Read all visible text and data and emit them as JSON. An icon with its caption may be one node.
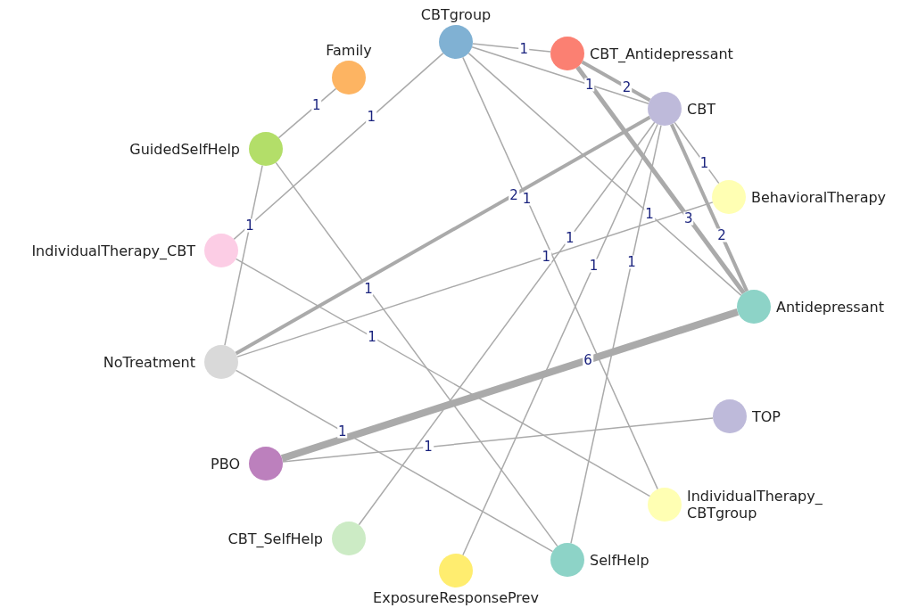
{
  "diagram": {
    "nodes": [
      {
        "text": [],
        "shape": "circle",
        "beside": [
          "CBTgroup"
        ]
      },
      {
        "text": [],
        "shape": "circle",
        "beside": [
          "CBT_Antidepressant"
        ]
      },
      {
        "text": [],
        "shape": "circle",
        "beside": [
          "Family"
        ]
      },
      {
        "text": [],
        "shape": "circle",
        "beside": [
          "CBT"
        ]
      },
      {
        "text": [],
        "shape": "circle",
        "beside": [
          "GuidedSelfHelp"
        ]
      },
      {
        "text": [],
        "shape": "circle",
        "beside": [
          "BehavioralTherapy"
        ]
      },
      {
        "text": [],
        "shape": "circle",
        "beside": [
          "IndividualTherapy_CBT"
        ]
      },
      {
        "text": [],
        "shape": "circle",
        "beside": [
          "Antidepressant"
        ]
      },
      {
        "text": [],
        "shape": "circle",
        "beside": [
          "NoTreatment"
        ]
      },
      {
        "text": [],
        "shape": "circle",
        "beside": [
          "TOP"
        ]
      },
      {
        "text": [],
        "shape": "circle",
        "beside": [
          "PBO"
        ]
      },
      {
        "text": [],
        "shape": "circle",
        "beside": [
          "IndividualTherapy_ CBTgroup"
        ]
      },
      {
        "text": [],
        "shape": "circle",
        "beside": [
          "CBT_SelfHelp"
        ]
      },
      {
        "text": [],
        "shape": "circle",
        "beside": [
          "SelfHelp"
        ]
      },
      {
        "text": [],
        "shape": "circle",
        "beside": [
          "ExposureResponsePrev"
        ]
      }
    ],
    "edges": [
      {
        "from": 0,
        "to": 1,
        "arrow": "none",
        "label": "1"
      },
      {
        "from": 0,
        "to": 3,
        "arrow": "none",
        "label": "1"
      },
      {
        "from": 0,
        "to": 7,
        "arrow": "none",
        "label": "1"
      },
      {
        "from": 0,
        "to": 11,
        "arrow": "none",
        "label": "1"
      },
      {
        "from": 0,
        "to": 6,
        "arrow": "none",
        "label": "1"
      },
      {
        "from": 1,
        "to": 3,
        "arrow": "none",
        "label": "2",
        "style": "thick"
      },
      {
        "from": 1,
        "to": 7,
        "arrow": "none",
        "label": "3",
        "style": "thick"
      },
      {
        "from": 2,
        "to": 4,
        "arrow": "none",
        "label": "1"
      },
      {
        "from": 4,
        "to": 8,
        "arrow": "none",
        "label": "1"
      },
      {
        "from": 4,
        "to": 13,
        "arrow": "none",
        "label": "1"
      },
      {
        "from": 3,
        "to": 5,
        "arrow": "none",
        "label": "1"
      },
      {
        "from": 3,
        "to": 7,
        "arrow": "none",
        "label": "2",
        "style": "thick"
      },
      {
        "from": 3,
        "to": 8,
        "arrow": "none",
        "label": "2",
        "style": "thick"
      },
      {
        "from": 3,
        "to": 12,
        "arrow": "none",
        "label": "1"
      },
      {
        "from": 3,
        "to": 14,
        "arrow": "none",
        "label": "1"
      },
      {
        "from": 3,
        "to": 13,
        "arrow": "none",
        "label": "1"
      },
      {
        "from": 5,
        "to": 8,
        "arrow": "none",
        "label": "1"
      },
      {
        "from": 7,
        "to": 10,
        "arrow": "none",
        "label": "6",
        "style": "thick"
      },
      {
        "from": 6,
        "to": 11,
        "arrow": "none",
        "label": "1"
      },
      {
        "from": 8,
        "to": 13,
        "arrow": "none",
        "label": "1"
      },
      {
        "from": 10,
        "to": 9,
        "arrow": "none",
        "label": "1"
      }
    ]
  }
}
